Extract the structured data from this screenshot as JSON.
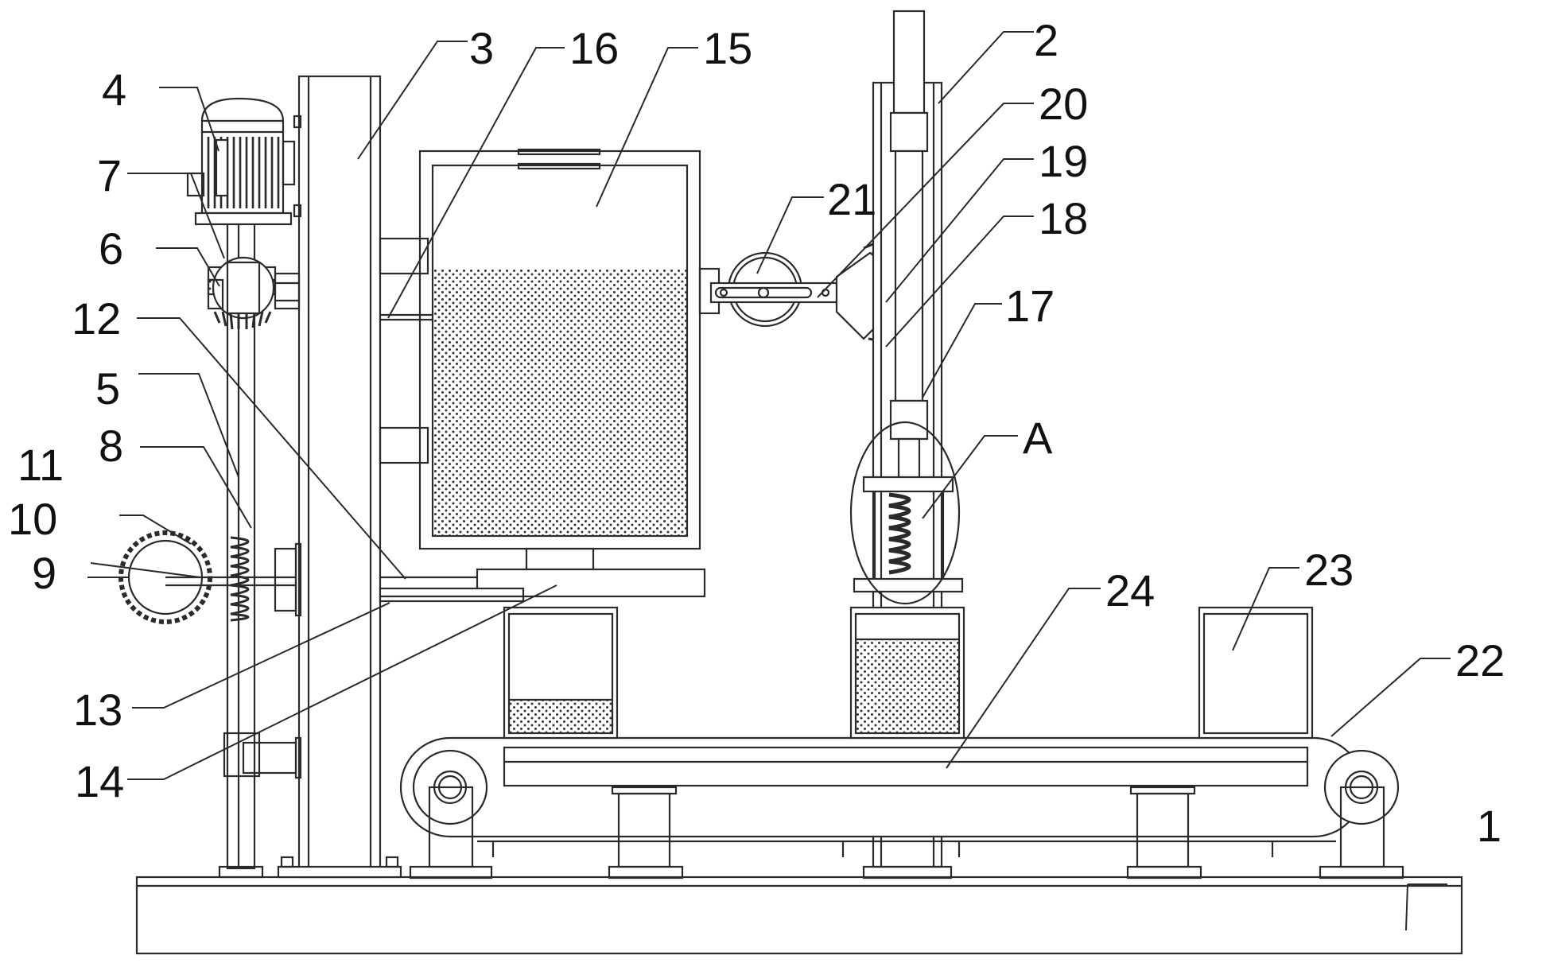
{
  "figure": {
    "labels": [
      {
        "id": "1",
        "text": "1"
      },
      {
        "id": "2",
        "text": "2"
      },
      {
        "id": "3",
        "text": "3"
      },
      {
        "id": "4",
        "text": "4"
      },
      {
        "id": "5",
        "text": "5"
      },
      {
        "id": "6",
        "text": "6"
      },
      {
        "id": "7",
        "text": "7"
      },
      {
        "id": "8",
        "text": "8"
      },
      {
        "id": "9",
        "text": "9"
      },
      {
        "id": "10",
        "text": "10"
      },
      {
        "id": "11",
        "text": "11"
      },
      {
        "id": "12",
        "text": "12"
      },
      {
        "id": "13",
        "text": "13"
      },
      {
        "id": "14",
        "text": "14"
      },
      {
        "id": "15",
        "text": "15"
      },
      {
        "id": "16",
        "text": "16"
      },
      {
        "id": "17",
        "text": "17"
      },
      {
        "id": "18",
        "text": "18"
      },
      {
        "id": "19",
        "text": "19"
      },
      {
        "id": "20",
        "text": "20"
      },
      {
        "id": "21",
        "text": "21"
      },
      {
        "id": "22",
        "text": "22"
      },
      {
        "id": "23",
        "text": "23"
      },
      {
        "id": "24",
        "text": "24"
      },
      {
        "id": "A",
        "text": "A"
      }
    ]
  },
  "colors": {
    "line": "#2a2a2a",
    "background": "#ffffff"
  }
}
